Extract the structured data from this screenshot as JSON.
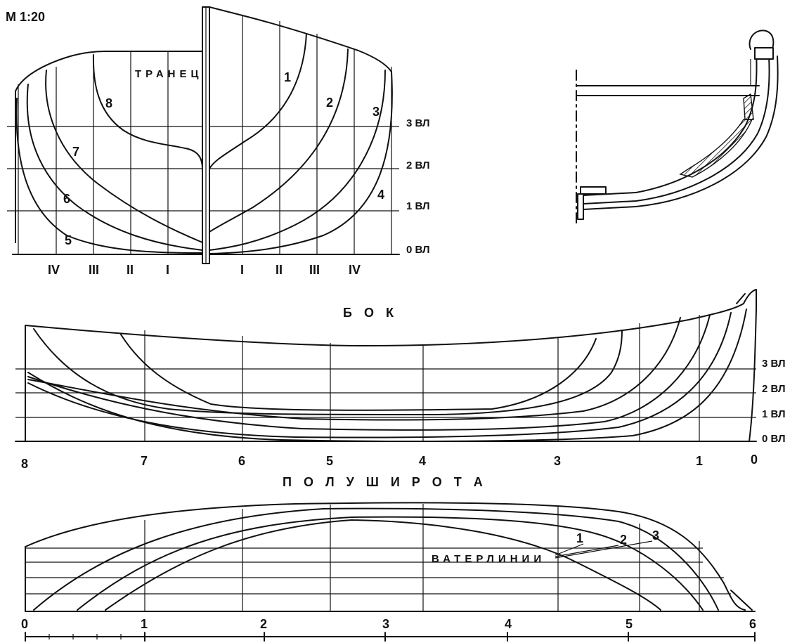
{
  "scale": "М 1:20",
  "body_plan": {
    "transom_label": "ТРАНЕЦ",
    "waterline_labels": [
      "3 ВЛ",
      "2 ВЛ",
      "1 ВЛ",
      "0 ВЛ"
    ],
    "station_labels_left": [
      "8",
      "7",
      "6",
      "5"
    ],
    "station_labels_right": [
      "1",
      "2",
      "3",
      "4"
    ],
    "buttock_labels_left": [
      "IV",
      "III",
      "II",
      "I"
    ],
    "buttock_labels_right": [
      "I",
      "II",
      "III",
      "IV"
    ]
  },
  "profile": {
    "title": "Б О К",
    "waterline_labels": [
      "3 ВЛ",
      "2 ВЛ",
      "1 ВЛ",
      "0 ВЛ"
    ],
    "station_labels": [
      "8",
      "7",
      "6",
      "5",
      "4",
      "3",
      "1",
      "0"
    ]
  },
  "half_breadth": {
    "title": "П О Л У Ш И Р О Т А",
    "waterlines_label": "ВАТЕРЛИНИИ",
    "waterline_numbers": [
      "1",
      "2",
      "3"
    ],
    "station_labels": [
      "0",
      "1",
      "2",
      "3",
      "4",
      "5",
      "6"
    ]
  }
}
